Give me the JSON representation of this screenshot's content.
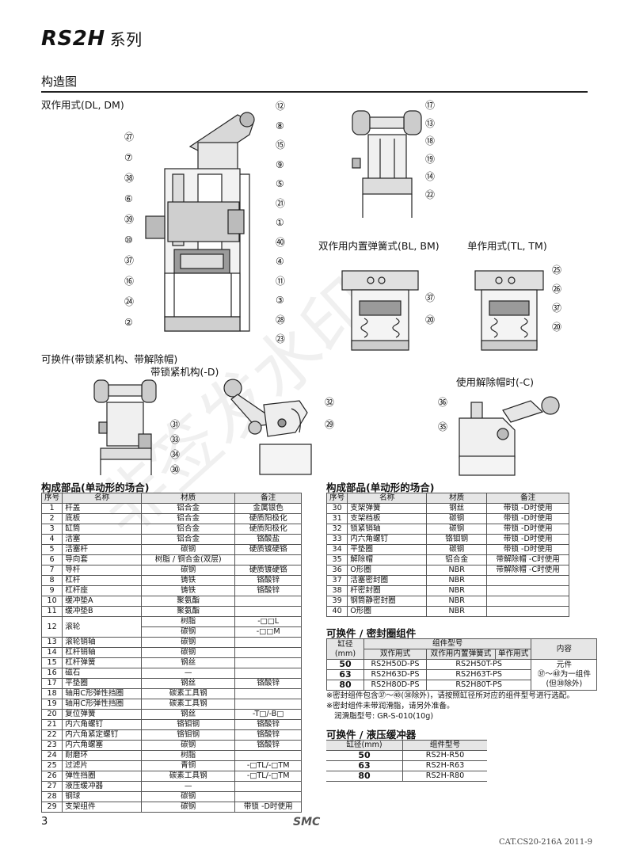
{
  "header": {
    "model": "RS2H",
    "series": "系列"
  },
  "section_title": "构造图",
  "diagram_labels": {
    "dl_dm": "双作用式(DL, DM)",
    "bl_bm": "双作用内置弹簧式(BL, BM)",
    "tl_tm": "单作用式(TL, TM)",
    "replace": "可换件(带锁紧机构、带解除帽)",
    "lock_d": "带锁紧机构(-D)",
    "release_c": "使用解除帽时(-C)"
  },
  "callouts": {
    "main_left": [
      "㉗",
      "⑦",
      "㊳",
      "⑥",
      "㊴",
      "⑩",
      "㊲",
      "⑯",
      "㉔",
      "②"
    ],
    "main_right": [
      "⑫",
      "⑧",
      "⑮",
      "⑨",
      "⑤",
      "㉑",
      "①",
      "㊵",
      "④",
      "⑪",
      "③",
      "㉘",
      "㉓"
    ],
    "side": [
      "⑰",
      "⑬",
      "⑱",
      "⑲",
      "⑭",
      "㉒"
    ],
    "bl": [
      "㊲",
      "⑳"
    ],
    "tl": [
      "㉕",
      "㉖",
      "㊲",
      "⑳"
    ],
    "lock": [
      "㉛",
      "㉝",
      "㉞",
      "㉚"
    ],
    "lock2": [
      "㉜",
      "㉙"
    ],
    "cap": [
      "㊱",
      "㉟"
    ]
  },
  "parts_left": {
    "caption": "构成部品(单动形的场合)",
    "headers": [
      "序号",
      "名称",
      "材质",
      "备注"
    ],
    "rows": [
      [
        "1",
        "杆盖",
        "铝合金",
        "金属银色"
      ],
      [
        "2",
        "底板",
        "铝合金",
        "硬质阳极化"
      ],
      [
        "3",
        "缸筒",
        "铝合金",
        "硬质阳极化"
      ],
      [
        "4",
        "活塞",
        "铝合金",
        "铬酸盐"
      ],
      [
        "5",
        "活塞杆",
        "碳钢",
        "硬质镀硬铬"
      ],
      [
        "6",
        "导向套",
        "树脂 / 铜合金(双层)",
        ""
      ],
      [
        "7",
        "导杆",
        "碳钢",
        "硬质镀硬铬"
      ],
      [
        "8",
        "杠杆",
        "铸铁",
        "铬酸锌"
      ],
      [
        "9",
        "杠杆座",
        "铸铁",
        "铬酸锌"
      ],
      [
        "10",
        "缓冲垫A",
        "聚氨酯",
        ""
      ],
      [
        "11",
        "缓冲垫B",
        "聚氨酯",
        ""
      ],
      [
        "12",
        "滚轮",
        "树脂",
        "-□□L"
      ],
      [
        "",
        "",
        "碳钢",
        "-□□M"
      ],
      [
        "13",
        "滚轮销轴",
        "碳钢",
        ""
      ],
      [
        "14",
        "杠杆销轴",
        "碳钢",
        ""
      ],
      [
        "15",
        "杠杆弹簧",
        "钢丝",
        ""
      ],
      [
        "16",
        "磁石",
        "—",
        ""
      ],
      [
        "17",
        "平垫圈",
        "钢丝",
        "铬酸锌"
      ],
      [
        "18",
        "轴用C形弹性挡圈",
        "碳素工具钢",
        ""
      ],
      [
        "19",
        "轴用C形弹性挡圈",
        "碳素工具钢",
        ""
      ],
      [
        "20",
        "复位弹簧",
        "钢丝",
        "-T□/-B□"
      ],
      [
        "21",
        "内六角螺钉",
        "铬钼钢",
        "铬酸锌"
      ],
      [
        "22",
        "内六角紧定螺钉",
        "铬钼钢",
        "铬酸锌"
      ],
      [
        "23",
        "内六角螺塞",
        "碳钢",
        "铬酸锌"
      ],
      [
        "24",
        "耐磨环",
        "树脂",
        ""
      ],
      [
        "25",
        "过滤片",
        "青铜",
        "-□TL/-□TM"
      ],
      [
        "26",
        "弹性挡圈",
        "碳素工具钢",
        "-□TL/-□TM"
      ],
      [
        "27",
        "液压缓冲器",
        "—",
        ""
      ],
      [
        "28",
        "钢球",
        "碳钢",
        ""
      ],
      [
        "29",
        "支架组件",
        "碳钢",
        "带锁 -D时使用"
      ]
    ]
  },
  "parts_right": {
    "caption": "构成部品(单动形的场合)",
    "headers": [
      "序号",
      "名称",
      "材质",
      "备注"
    ],
    "rows": [
      [
        "30",
        "支架弹簧",
        "钢丝",
        "带锁 -D时使用"
      ],
      [
        "31",
        "支架档板",
        "碳钢",
        "带锁 -D时使用"
      ],
      [
        "32",
        "锁紧销轴",
        "碳钢",
        "带锁 -D时使用"
      ],
      [
        "33",
        "内六角螺钉",
        "铬钼钢",
        "带锁 -D时使用"
      ],
      [
        "34",
        "平垫圈",
        "碳钢",
        "带锁 -D时使用"
      ],
      [
        "35",
        "解除帽",
        "铝合金",
        "带解除帽 -C时使用"
      ],
      [
        "36",
        "O形圈",
        "NBR",
        "带解除帽 -C时使用"
      ],
      [
        "37",
        "活塞密封圈",
        "NBR",
        ""
      ],
      [
        "38",
        "杆密封圈",
        "NBR",
        ""
      ],
      [
        "39",
        "钢筒静密封圈",
        "NBR",
        ""
      ],
      [
        "40",
        "O形圈",
        "NBR",
        ""
      ]
    ]
  },
  "seal_kit": {
    "caption": "可换件 / 密封圈组件",
    "h_bore": "缸径",
    "h_bore_unit": "(mm)",
    "h_model": "组件型号",
    "h_dbl": "双作用式",
    "h_dbl_spring": "双作用内置弹簧式",
    "h_single": "单作用式",
    "h_content": "内容",
    "rows": [
      [
        "50",
        "RS2H50D-PS",
        "RS2H50T-PS"
      ],
      [
        "63",
        "RS2H63D-PS",
        "RS2H63T-PS"
      ],
      [
        "80",
        "RS2H80D-PS",
        "RS2H80T-PS"
      ]
    ],
    "content_1": "元件",
    "content_2": "㊲～㊵为一组件",
    "content_3": "(但㊳除外)",
    "notes": [
      "※密封组件包含㊲～㊵(㊳除外)，请按照缸径所对应的组件型号进行选配。",
      "※密封组件未带润滑脂，请另外准备。",
      "润滑脂型号: GR-S-010(10g)"
    ]
  },
  "shock_absorber": {
    "caption": "可换件 / 液压缓冲器",
    "h_bore": "缸径(mm)",
    "h_model": "组件型号",
    "rows": [
      [
        "50",
        "RS2H-R50"
      ],
      [
        "63",
        "RS2H-R63"
      ],
      [
        "80",
        "RS2H-R80"
      ]
    ]
  },
  "watermark": "非签发水印",
  "footer": {
    "page": "3",
    "logo": "SMC",
    "catalog": "CAT.CS20-216A  2011-9"
  }
}
